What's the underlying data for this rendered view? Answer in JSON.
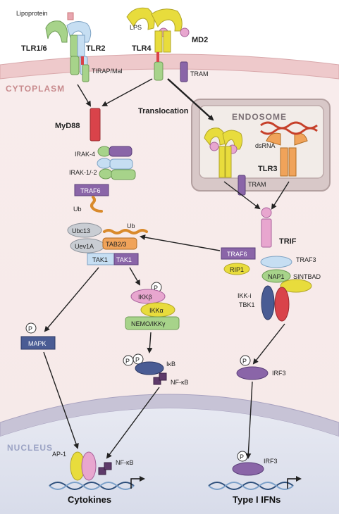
{
  "labels": {
    "lipoprotein": "Lipoprotein",
    "lps": "LPS",
    "tlr16": "TLR1/6",
    "tlr2": "TLR2",
    "tlr4": "TLR4",
    "md2": "MD2",
    "tirap": "TIRAP/Mal",
    "tram_top": "TRAM",
    "cytoplasm": "CYTOPLASM",
    "myd88": "MyD88",
    "translocation": "Translocation",
    "endosome": "ENDOSOME",
    "dsrna": "dsRNA",
    "tlr3": "TLR3",
    "tram_endo": "TRAM",
    "irak4": "IRAK-4",
    "irak12": "IRAK-1/-2",
    "traf6_left": "TRAF6",
    "ub_left": "Ub",
    "ubc13": "Ubc13",
    "ub_top": "Ub",
    "uev1a": "Uev1A",
    "tab23": "TAB2/3",
    "tak1_a": "TAK1",
    "tak1_b": "TAK1",
    "trif": "TRIF",
    "traf6_right": "TRAF6",
    "traf3": "TRAF3",
    "rip1": "RIP1",
    "nap1": "NAP1",
    "sintbad": "SINTBAD",
    "ikk_i": "IKK-i",
    "tbk1": "TBK1",
    "ikkb": "IKKβ",
    "ikka": "IKKα",
    "nemo": "NEMO/IKKγ",
    "mapk": "MAPK",
    "ikb": "IκB",
    "nfkb_cyto": "NF-κB",
    "irf3_cyto": "IRF3",
    "nucleus": "NUCLEUS",
    "ap1": "AP-1",
    "nfkb_nuc": "NF-κB",
    "irf3_nuc": "IRF3",
    "cytokines": "Cytokines",
    "type1_ifns": "Type I IFNs",
    "p": "P"
  },
  "colors": {
    "yellow": "#e8dc3c",
    "green": "#a7d38a",
    "blue": "#b9d6ee",
    "red": "#d9434a",
    "purple": "#8a65a8",
    "lavender": "#cbb6dd",
    "orange": "#f0a35a",
    "darkblue": "#4a5c94",
    "pink": "#e8a6cf",
    "gray": "#c9cdd3",
    "membrane": "#ecc8c9",
    "nucleus_bg": "#dde1ee"
  }
}
